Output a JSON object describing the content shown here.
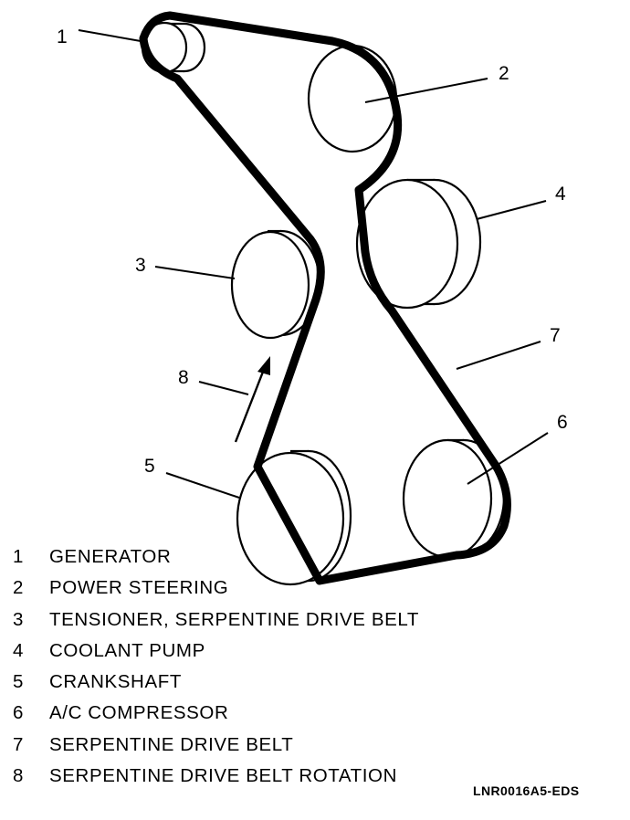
{
  "diagram": {
    "callouts": [
      {
        "id": "1",
        "label": "1"
      },
      {
        "id": "2",
        "label": "2"
      },
      {
        "id": "3",
        "label": "3"
      },
      {
        "id": "4",
        "label": "4"
      },
      {
        "id": "5",
        "label": "5"
      },
      {
        "id": "6",
        "label": "6"
      },
      {
        "id": "7",
        "label": "7"
      },
      {
        "id": "8",
        "label": "8"
      }
    ]
  },
  "legend": [
    {
      "num": "1",
      "text": "GENERATOR"
    },
    {
      "num": "2",
      "text": "POWER STEERING"
    },
    {
      "num": "3",
      "text": "TENSIONER, SERPENTINE DRIVE BELT"
    },
    {
      "num": "4",
      "text": "COOLANT PUMP"
    },
    {
      "num": "5",
      "text": "CRANKSHAFT"
    },
    {
      "num": "6",
      "text": "A/C COMPRESSOR"
    },
    {
      "num": "7",
      "text": "SERPENTINE DRIVE BELT"
    },
    {
      "num": "8",
      "text": "SERPENTINE DRIVE BELT ROTATION"
    }
  ],
  "figure_code": "LNR0016A5-EDS"
}
